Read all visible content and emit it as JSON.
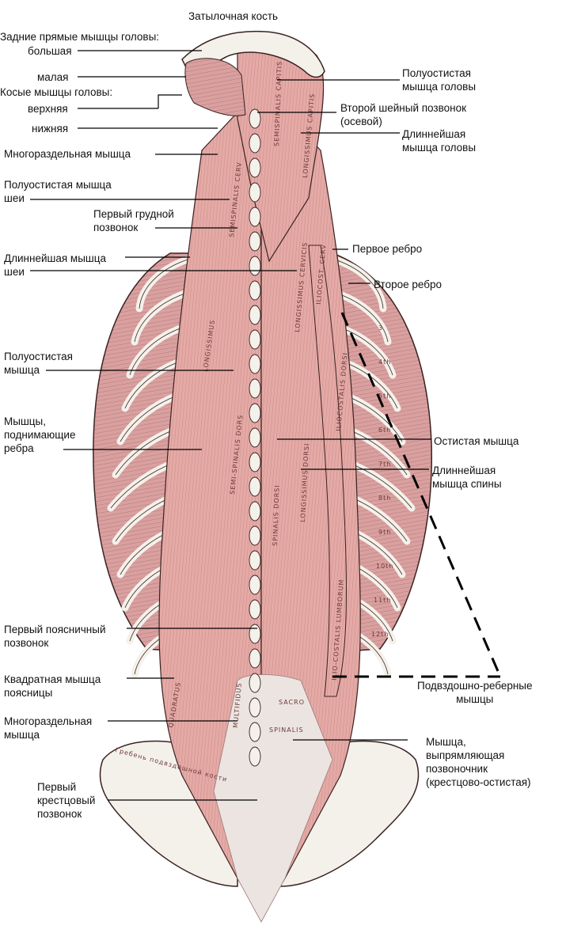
{
  "labels": {
    "occipital": "Затылочная кость",
    "rect_post": "Задние прямые мышцы головы:",
    "rect_major": "большая",
    "rect_minor": "малая",
    "obliq": "Косые мышцы головы:",
    "obliq_sup": "верхняя",
    "obliq_inf": "нижняя",
    "multifidus_top": "Многораздельная мышца",
    "semisp_cerv_1": "Полуостистая мышца",
    "semisp_cerv_2": "шеи",
    "t1_1": "Первый грудной",
    "t1_2": "позвонок",
    "long_cerv_1": "Длиннейшая мышца",
    "long_cerv_2": "шеи",
    "semisp_1": "Полуостистая",
    "semisp_2": "мышца",
    "levat_1": "Мышцы,",
    "levat_2": "поднимающие",
    "levat_3": "ребра",
    "l1_1": "Первый поясничный",
    "l1_2": "позвонок",
    "quadr_1": "Квадратная мышца",
    "quadr_2": "поясницы",
    "multif_1": "Многораздельная",
    "multif_2": "мышца",
    "s1_1": "Первый",
    "s1_2": "крестцовый",
    "s1_3": "позвонок",
    "semisp_cap_1": "Полуостистая",
    "semisp_cap_2": "мышца головы",
    "c2_1": "Второй шейный позвонок",
    "c2_2": "(осевой)",
    "long_cap_1": "Длиннейшая",
    "long_cap_2": "мышца головы",
    "rib1": "Первое ребро",
    "rib2": "Второе ребро",
    "spinalis": "Остистая мышца",
    "long_dorsi_1": "Длиннейшая",
    "long_dorsi_2": "мышца спины",
    "ilio_1": "Подвздошно-реберные",
    "ilio_2": "мышцы",
    "erector_1": "Мышца,",
    "erector_2": "выпрямляющая",
    "erector_3": "позвоночник",
    "erector_4": "(крестцово-остистая)"
  },
  "muscle_text": {
    "semispinalis_capitis": "SEMISPINALIS CAPITIS",
    "longissimus_capitis": "LONGISSIMUS CAPITIS",
    "semispinalis_cerv": "SEMISPINALIS CERV",
    "longissimus_cervicis": "LONGISSIMUS CERVICIS",
    "iliocost_cerv": "ILIOCOST. CERV",
    "iliocostalis_dorsi": "ILIOCOSTALIS DORSI",
    "spinalis_dorsi": "SPINALIS DORSI",
    "longissimus_dorsi": "LONGISSIMUS DORSI",
    "semi_spinalis_dors": "SEMI-SPINALIS DORS",
    "longissimus": "LONGISSIMUS",
    "ilio_costalis_lumborum": "ILIO-COSTALIS LUMBORUM",
    "sacro": "SACRO",
    "spinalis": "SPINALIS",
    "multifidus": "MULTIFIDUS",
    "quadratus": "QUADRATUS",
    "greben": "Гребень подвздошной кости",
    "rib_numbers": [
      "3",
      "4th",
      "5th",
      "6th",
      "7th",
      "8th",
      "9th",
      "10th",
      "11th",
      "12th"
    ]
  },
  "colors": {
    "muscle": "#d99a9a",
    "muscle_light": "#f1c8c2",
    "bone": "#f4f1ea",
    "outline": "#3a2222",
    "line": "#000000"
  }
}
